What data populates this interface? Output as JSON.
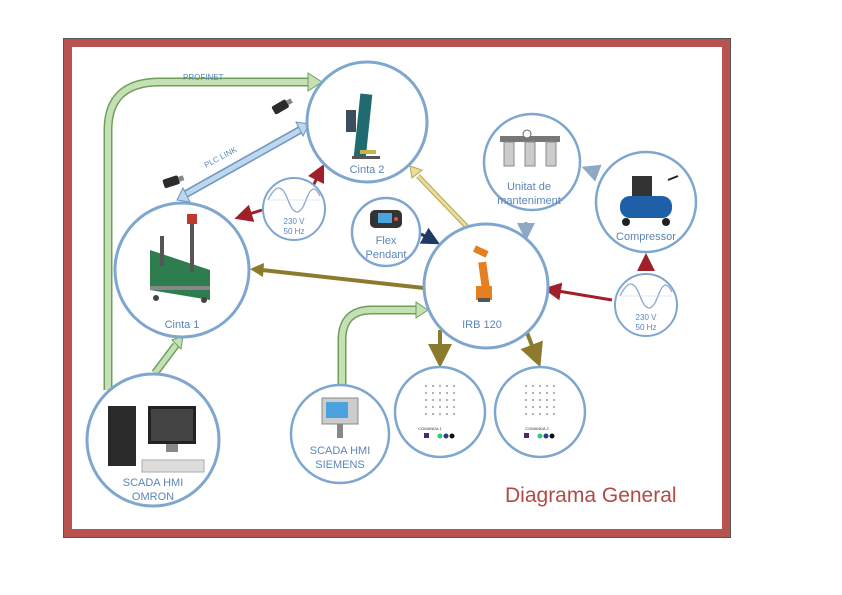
{
  "title": "Diagrama General",
  "nodes": {
    "cinta2": {
      "label": "Cinta 2"
    },
    "cinta1": {
      "label": "Cinta 1"
    },
    "power_top": {
      "line1": "230 V",
      "line2": "50 Hz"
    },
    "flex_pendant": {
      "line1": "Flex",
      "line2": "Pendant"
    },
    "irb": {
      "label": "IRB 120"
    },
    "maint": {
      "line1": "Unitat de",
      "line2": "manteniment"
    },
    "compressor": {
      "label": "Compressor"
    },
    "power_right": {
      "line1": "230 V",
      "line2": "50 Hz"
    },
    "scada_omron": {
      "line1": "SCADA HMI",
      "line2": "OMRON"
    },
    "scada_siemens": {
      "line1": "SCADA HMI",
      "line2": "SIEMENS"
    },
    "comanda1": {
      "label": "COMANDA 1"
    },
    "comanda2": {
      "label": "COMANDA 2"
    }
  },
  "links": {
    "profinet": "PROFINET",
    "plclink": "PLC LINK"
  },
  "colors": {
    "frame": "#b85450",
    "circle_stroke": "#7ea6cf",
    "label": "#5a86b8",
    "green_arrow": "#a9d18e",
    "blue_arrow": "#9dc3e6",
    "olive_arrow": "#8c7b2c",
    "red_arrow": "#a0202a",
    "yellow_arrow": "#d9c87a",
    "navy_arrow": "#1f3864"
  }
}
